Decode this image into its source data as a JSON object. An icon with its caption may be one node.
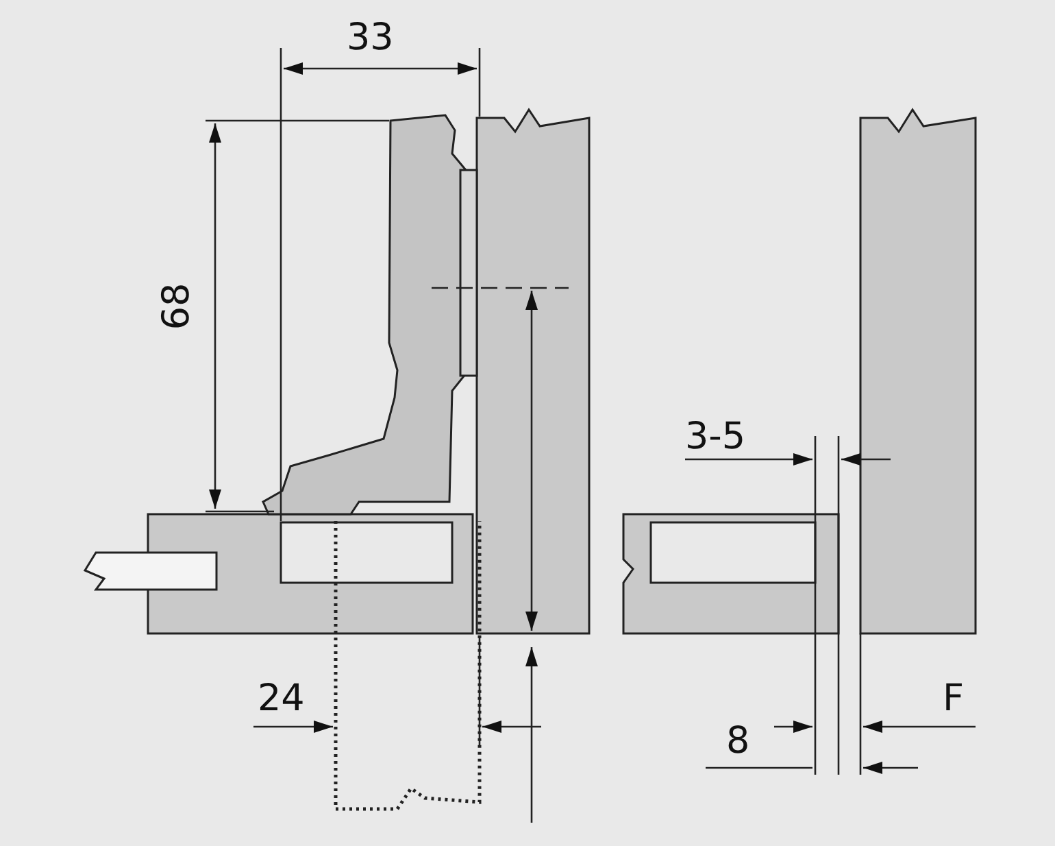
{
  "diagram": {
    "labels": [
      "33",
      "68",
      "3-5",
      "24",
      "8",
      "F"
    ]
  }
}
